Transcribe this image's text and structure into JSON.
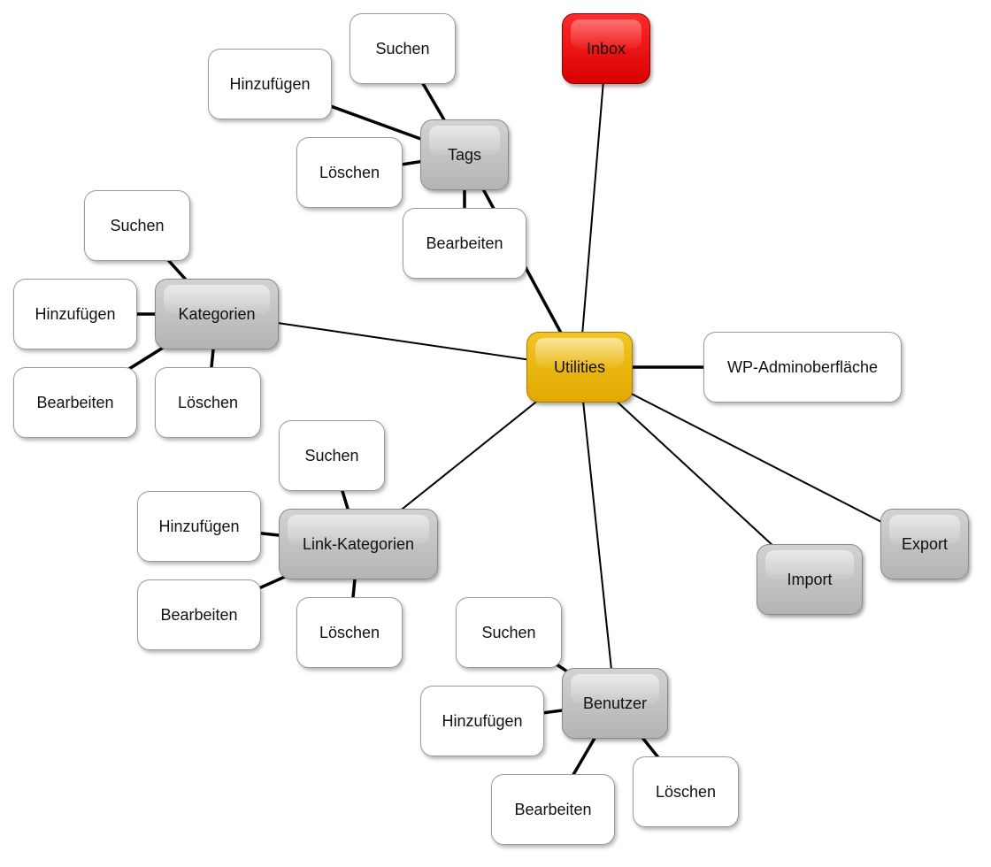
{
  "colors": {
    "root": "#e9b400",
    "inbox": "#e60000",
    "group": "#c0c0c0",
    "leaf": "#ffffff",
    "edge": "#000000"
  },
  "nodes": {
    "utilities": "Utilities",
    "inbox": "Inbox",
    "wp_admin": "WP-Adminoberfläche",
    "export": "Export",
    "import": "Import",
    "tags": "Tags",
    "tags_suchen": "Suchen",
    "tags_hinzufuegen": "Hinzufügen",
    "tags_loeschen": "Löschen",
    "tags_bearbeiten": "Bearbeiten",
    "kategorien": "Kategorien",
    "kat_suchen": "Suchen",
    "kat_hinzufuegen": "Hinzufügen",
    "kat_bearbeiten": "Bearbeiten",
    "kat_loeschen": "Löschen",
    "link_kategorien": "Link-Kategorien",
    "lk_suchen": "Suchen",
    "lk_hinzufuegen": "Hinzufügen",
    "lk_bearbeiten": "Bearbeiten",
    "lk_loeschen": "Löschen",
    "benutzer": "Benutzer",
    "ben_suchen": "Suchen",
    "ben_hinzufuegen": "Hinzufügen",
    "ben_bearbeiten": "Bearbeiten",
    "ben_loeschen": "Löschen"
  },
  "edges": [
    [
      "utilities",
      "inbox"
    ],
    [
      "utilities",
      "tags"
    ],
    [
      "utilities",
      "kategorien"
    ],
    [
      "utilities",
      "link_kategorien"
    ],
    [
      "utilities",
      "benutzer"
    ],
    [
      "utilities",
      "wp_admin"
    ],
    [
      "utilities",
      "export"
    ],
    [
      "utilities",
      "import"
    ],
    [
      "tags",
      "tags_suchen"
    ],
    [
      "tags",
      "tags_hinzufuegen"
    ],
    [
      "tags",
      "tags_loeschen"
    ],
    [
      "tags",
      "tags_bearbeiten"
    ],
    [
      "kategorien",
      "kat_suchen"
    ],
    [
      "kategorien",
      "kat_hinzufuegen"
    ],
    [
      "kategorien",
      "kat_bearbeiten"
    ],
    [
      "kategorien",
      "kat_loeschen"
    ],
    [
      "link_kategorien",
      "lk_suchen"
    ],
    [
      "link_kategorien",
      "lk_hinzufuegen"
    ],
    [
      "link_kategorien",
      "lk_bearbeiten"
    ],
    [
      "link_kategorien",
      "lk_loeschen"
    ],
    [
      "benutzer",
      "ben_suchen"
    ],
    [
      "benutzer",
      "ben_hinzufuegen"
    ],
    [
      "benutzer",
      "ben_bearbeiten"
    ],
    [
      "benutzer",
      "ben_loeschen"
    ]
  ]
}
